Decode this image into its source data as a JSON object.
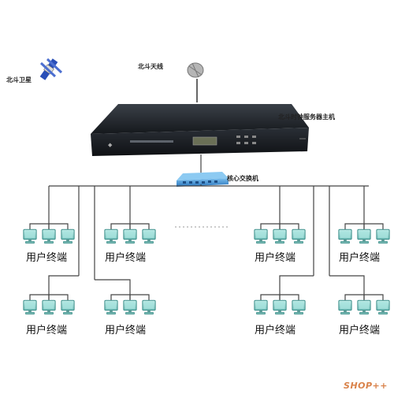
{
  "labels": {
    "satellite": "北斗卫星",
    "antenna": "北斗天线",
    "host": "北斗时钟服务器主机",
    "switch": "核心交换机",
    "terminal": "用户终端"
  },
  "groups": [
    {
      "label": "用户终端"
    },
    {
      "label": "用户终端"
    },
    {
      "label": "用户终端"
    },
    {
      "label": "用户终端"
    },
    {
      "label": "用户终端"
    },
    {
      "label": "用户终端"
    },
    {
      "label": "用户终端"
    },
    {
      "label": "用户终端"
    }
  ],
  "watermark": "SHOP++",
  "colors": {
    "server_body": "#1b1f24",
    "switch_body": "#3e8fd1",
    "monitor": "#8fd3cf",
    "wire": "#444444",
    "watermark": "#d9824a"
  }
}
